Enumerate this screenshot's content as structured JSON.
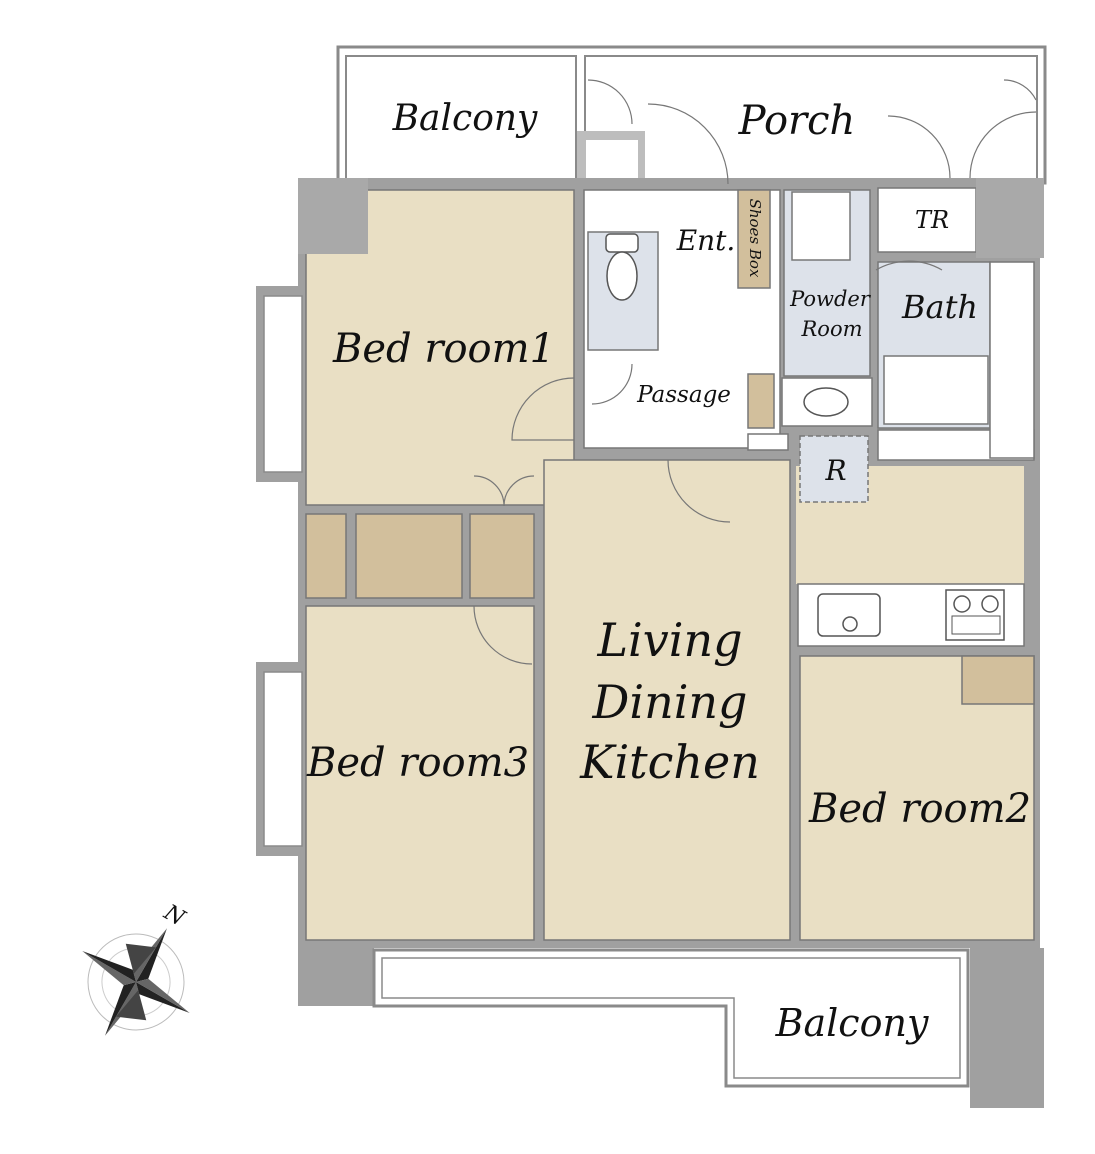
{
  "rooms": {
    "balcony_top": "Balcony",
    "porch": "Porch",
    "entrance": "Ent.",
    "shoes_box": "Shoes Box",
    "tr": "TR",
    "powder_room": [
      "Powder",
      "Room"
    ],
    "bath": "Bath",
    "bedroom1": "Bed room1",
    "passage": "Passage",
    "refrigerator": "R",
    "ldk": [
      "Living",
      "Dining",
      "Kitchen"
    ],
    "bedroom3": "Bed room3",
    "bedroom2": "Bed room2",
    "balcony_bottom": "Balcony"
  },
  "compass": {
    "north": "N"
  },
  "colors": {
    "room_floor": "#e9dfc4",
    "wet_area": "#dde2ea",
    "storage": "#d2bf9c",
    "column": "#a9a9a9",
    "wall": "#9a9a9a",
    "line": "#555555"
  }
}
